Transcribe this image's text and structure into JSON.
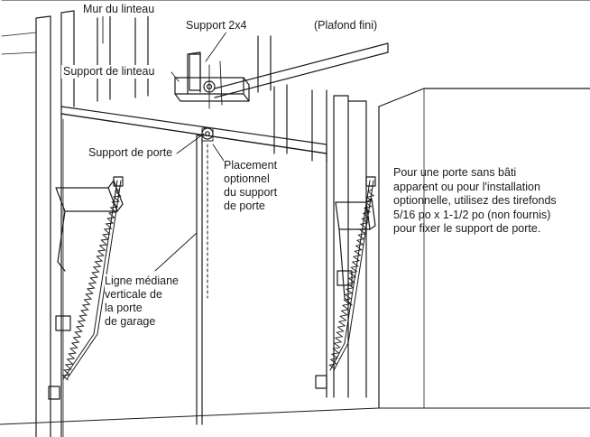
{
  "labels": {
    "mur_linteau": "Mur du linteau",
    "support_2x4": "Support 2x4",
    "plafond_fini": "(Plafond fini)",
    "support_linteau": "Support de linteau",
    "support_porte": "Support de porte",
    "placement": [
      "Placement",
      "optionnel",
      "du support",
      "de porte"
    ],
    "ligne_mediane": [
      "Ligne médiane",
      "verticale de",
      "la porte",
      "de garage"
    ]
  },
  "note": {
    "lines": [
      "Pour une porte sans bâti",
      "apparent ou pour l'installation",
      "optionnelle, utilisez des tirefonds",
      "5/16 po x 1-1/2 po (non fournis)",
      "pour fixer le support de porte."
    ]
  },
  "colors": {
    "line": "#1a1a1a",
    "paper": "#ffffff",
    "shade": "#d9d9d9"
  }
}
